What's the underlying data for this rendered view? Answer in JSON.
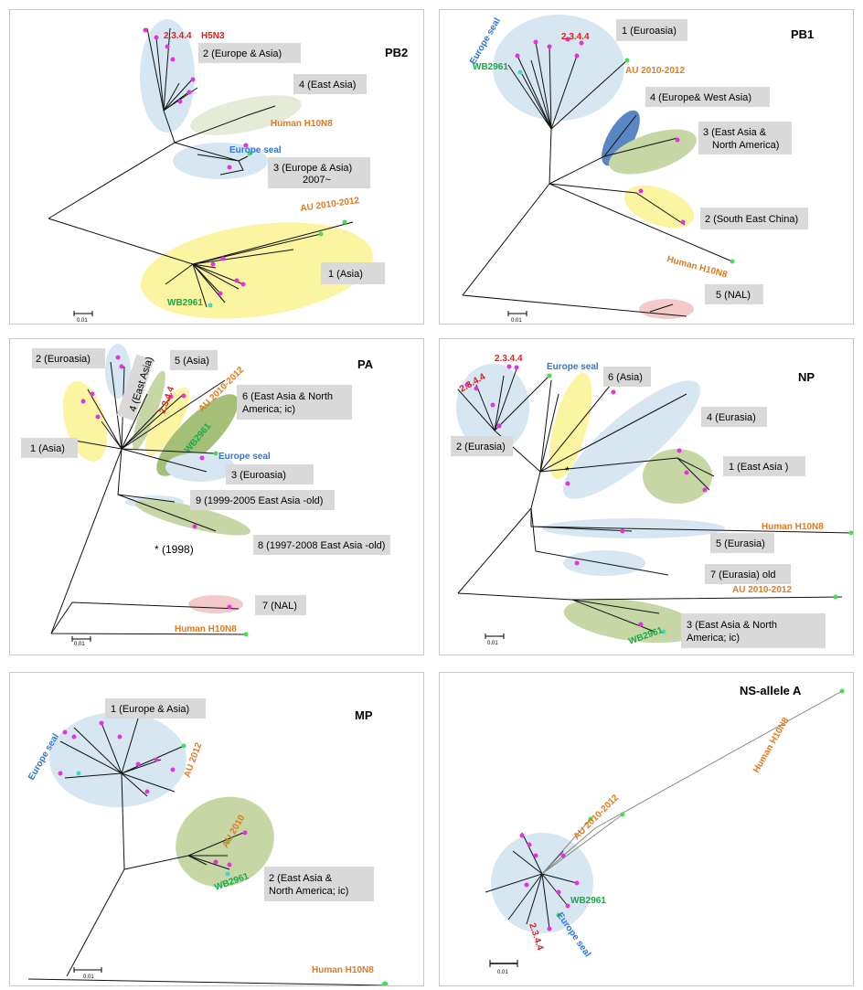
{
  "colors": {
    "clade_blue": "#d6e7f1",
    "clade_yellow": "#fbf4a0",
    "clade_green": "#c6d7a5",
    "clade_pink": "#f3c9c9",
    "clade_darkblue": "#5b86c4",
    "label_box": "#d9d9d9",
    "tip_magenta": "#e432e0",
    "tip_green": "#40e050",
    "tip_cyan": "#40d8d0"
  },
  "scale_label": "0.01",
  "panels": {
    "pb2": {
      "title": "PB2",
      "clade1": "1  (Asia)",
      "clade2": "2 (Europe & Asia)",
      "clade3_line1": "3 (Europe & Asia)",
      "clade3_line2": "2007~",
      "clade4": "4 (East Asia)",
      "lineage": "2.3.4.4",
      "subtype": "H5N3",
      "europe_seal": "Europe seal",
      "human": "Human H10N8",
      "au": "AU 2010-2012",
      "wb": "WB2961"
    },
    "pb1": {
      "title": "PB1",
      "clade1": "1 (Euroasia)",
      "clade2": "2 (South East China)",
      "clade3_line1": "3 (East Asia &",
      "clade3_line2": "North America)",
      "clade4": "4 (Europe& West Asia)",
      "clade5": "5 (NAL)",
      "lineage": "2.3.4.4",
      "europe_seal": "Europe seal",
      "wb": "WB2961",
      "au": "AU 2010-2012",
      "human": "Human H10N8"
    },
    "pa": {
      "title": "PA",
      "clade1": "1 (Asia)",
      "clade2": "2 (Euroasia)",
      "clade3": "3  (Euroasia)",
      "clade4": "4 (East Asia)",
      "clade5": "5 (Asia)",
      "clade6_line1": "6 (East Asia & North",
      "clade6_line2": "America; ic)",
      "clade7": "7 (NAL)",
      "clade8": "8 (1997-2008 East Asia -old)",
      "clade9": "9 (1999-2005 East Asia -old)",
      "note_1998": "* (1998)",
      "lineage": "2.3.4.4",
      "au": "AU 2010-2012",
      "wb": "WB2961",
      "europe_seal": "Europe seal",
      "human": "Human H10N8"
    },
    "np": {
      "title": "NP",
      "clade1": "1 (East Asia )",
      "clade2": "2 (Eurasia)",
      "clade3_line1": "3 (East Asia & North",
      "clade3_line2": "America; ic)",
      "clade4": "4 (Eurasia)",
      "clade5": "5 (Eurasia)",
      "clade6": "6 (Asia)",
      "clade7": "7 (Eurasia) old",
      "lineage_a": "2.3.4.4",
      "lineage_b": "2.3.4.4",
      "europe_seal": "Europe seal",
      "human": "Human H10N8",
      "au": "AU 2010-2012",
      "wb": "WB2961",
      "star": "*"
    },
    "mp": {
      "title": "MP",
      "clade1": "1 (Europe & Asia)",
      "clade2_line1": "2 (East Asia &",
      "clade2_line2": "North America; ic)",
      "europe_seal": "Europe seal",
      "au2012": "AU 2012",
      "au2010": "AU  2010",
      "wb": "WB2961",
      "human": "Human H10N8"
    },
    "ns": {
      "title": "NS-allele A",
      "human": "Human H10N8",
      "au": "AU 2010-2012",
      "wb": "WB2961",
      "europe_seal": "Europe seal",
      "lineage": "2.3.4.4"
    }
  }
}
